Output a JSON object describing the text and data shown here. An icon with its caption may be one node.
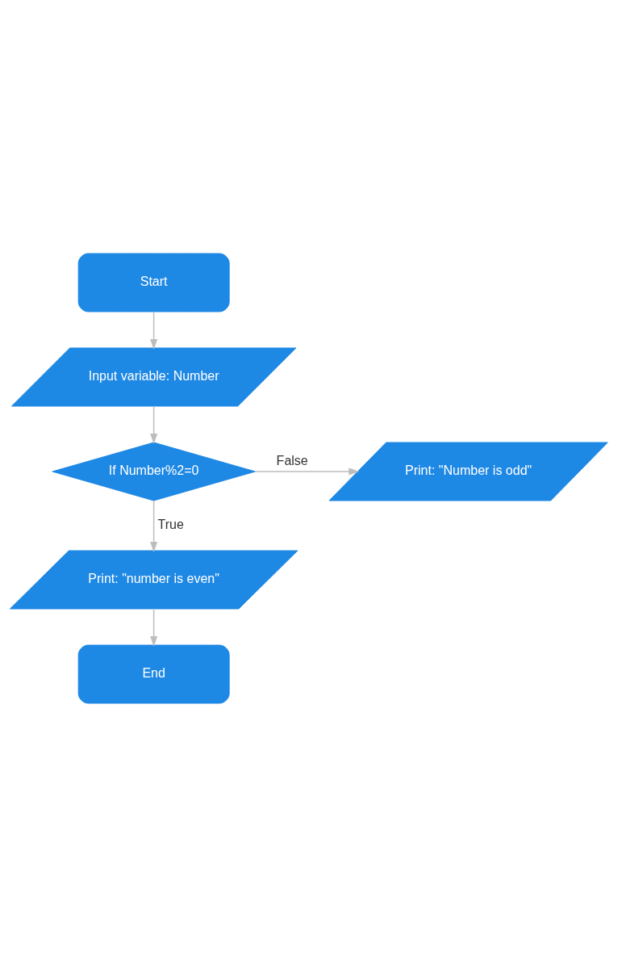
{
  "diagram": {
    "nodes": [
      {
        "text": [
          "Start"
        ]
      },
      {
        "text": [
          "Input variable: Number"
        ]
      },
      {
        "text": [
          "If Number%2=0"
        ]
      },
      {
        "text": [
          "Print: \"Number is odd\""
        ]
      },
      {
        "text": [
          "Print: \"number is even\""
        ]
      },
      {
        "text": [
          "End"
        ]
      }
    ],
    "edges": [
      {
        "from": 0,
        "to": 1,
        "arrow": "to"
      },
      {
        "from": 1,
        "to": 2,
        "arrow": "to"
      },
      {
        "from": 2,
        "to": 3,
        "arrow": "to",
        "label": "False"
      },
      {
        "from": 2,
        "to": 4,
        "arrow": "to",
        "label": "True"
      },
      {
        "from": 4,
        "to": 5,
        "arrow": "to"
      }
    ]
  }
}
